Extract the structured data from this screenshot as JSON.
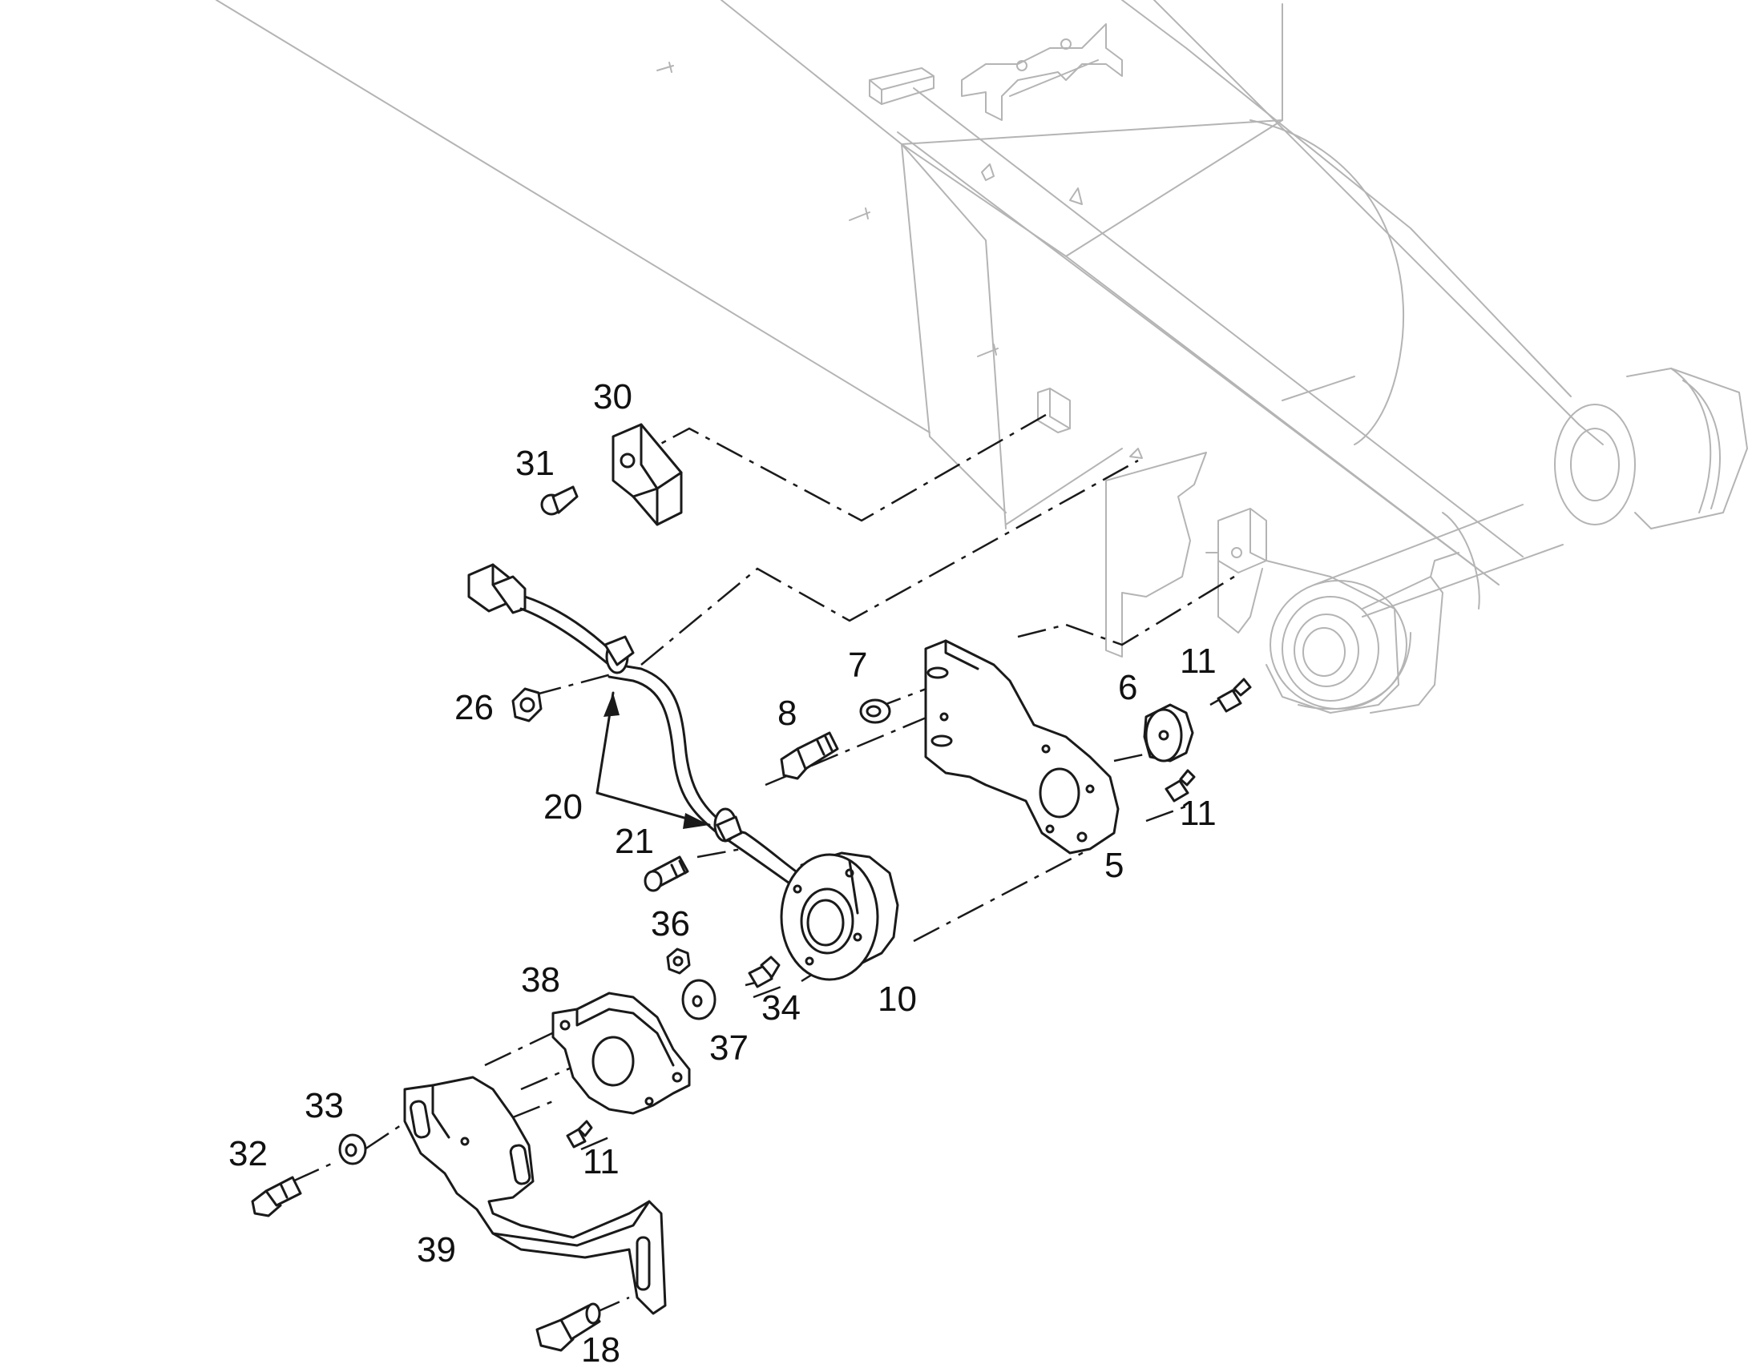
{
  "callouts": {
    "c5": "5",
    "c6": "6",
    "c7": "7",
    "c8": "8",
    "c10": "10",
    "c11a": "11",
    "c11b": "11",
    "c11c": "11",
    "c18": "18",
    "c20": "20",
    "c21": "21",
    "c26": "26",
    "c30": "30",
    "c31": "31",
    "c32": "32",
    "c33": "33",
    "c34": "34",
    "c36": "36",
    "c37": "37",
    "c38": "38",
    "c39": "39"
  },
  "colors": {
    "line": "#1a1a1a",
    "background_line": "#b4b4b4",
    "background": "#ffffff"
  }
}
